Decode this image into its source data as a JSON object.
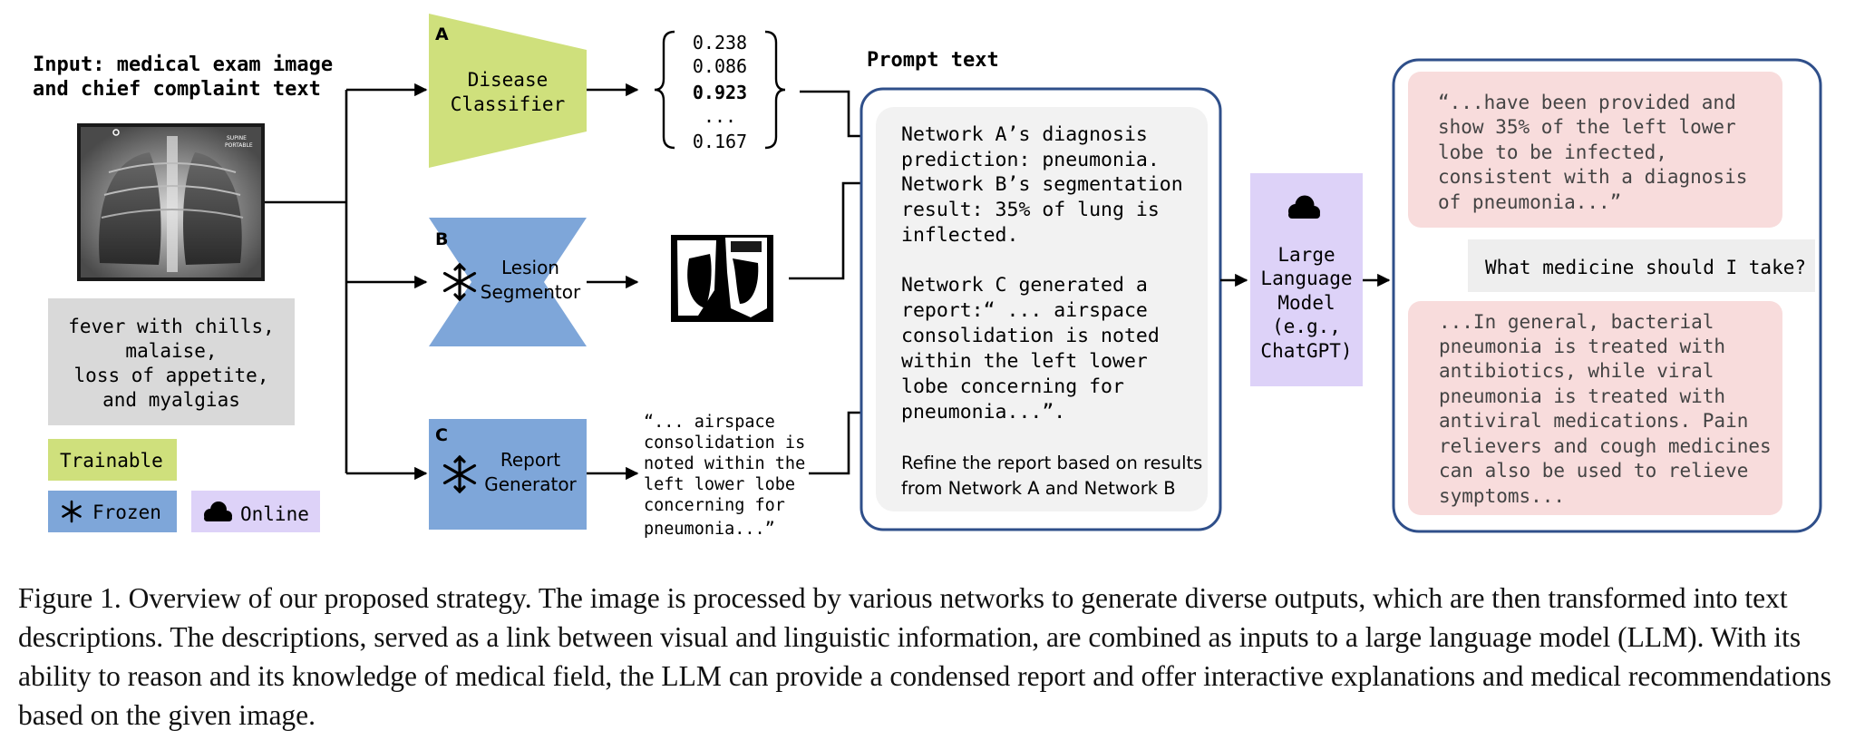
{
  "input": {
    "title_line1": "Input: medical exam image",
    "title_line2": "and chief complaint text",
    "complaint_lines": [
      "fever with chills,",
      "malaise,",
      "loss of appetite,",
      "and myalgias"
    ],
    "xray_tags": [
      "SUPINE",
      "PORTABLE"
    ]
  },
  "legend": {
    "trainable": "Trainable",
    "frozen": "Frozen",
    "online": "Online"
  },
  "networks": {
    "a": {
      "letter": "A",
      "line1": "Disease",
      "line2": "Classifier"
    },
    "b": {
      "letter": "B",
      "line1": "Lesion",
      "line2": "Segmentor"
    },
    "c": {
      "letter": "C",
      "line1": "Report",
      "line2": "Generator"
    }
  },
  "scores": [
    "0.238",
    "0.086",
    "0.923",
    "...",
    "0.167"
  ],
  "report_quote_lines": [
    "“... airspace",
    "consolidation is",
    "noted within the",
    "left lower lobe",
    "concerning for",
    "pneumonia...”"
  ],
  "prompt": {
    "title": "Prompt text",
    "block_a": [
      "Network A’s diagnosis",
      "prediction: pneumonia."
    ],
    "block_b": [
      "Network B’s segmentation",
      "result: 35% of lung is",
      "inflected."
    ],
    "block_c": [
      "Network C generated a",
      "report:“ ... airspace",
      "consolidation is noted",
      "within the left lower",
      "lobe concerning for",
      "pneumonia...”."
    ],
    "refine": [
      "Refine the report based on results",
      "from Network A and Network B"
    ]
  },
  "llm": {
    "lines": [
      "Large",
      "Language",
      "Model",
      "(e.g.,",
      "ChatGPT)"
    ]
  },
  "chat": {
    "reply1": [
      "“...have been provided and",
      "show 35% of the left lower",
      "lobe to be infected,",
      "consistent with a diagnosis",
      "of pneumonia...”"
    ],
    "question": "What medicine should I take?",
    "reply2": [
      "...In general, bacterial",
      "pneumonia is treated with",
      "antibiotics, while viral",
      "pneumonia is treated with",
      "antiviral medications. Pain",
      "relievers and cough medicines",
      "can also be used to relieve",
      "symptoms..."
    ]
  },
  "caption": "Figure 1.  Overview of our proposed strategy.  The image is processed by various networks to generate diverse outputs, which are then transformed into text descriptions. The descriptions, served as a link between visual and linguistic information, are combined as inputs to a large language model (LLM). With its ability to reason and its knowledge of medical field, the LLM can provide a condensed report and offer interactive explanations and medical recommendations based on the given image.",
  "colors": {
    "trainable": "#cfe07c",
    "frozen": "#7ea6d9",
    "online": "#ddd2f8",
    "complaint_bg": "#d9d9d9",
    "panel_border": "#2f4f8a",
    "prompt_bg": "#f2f2f2",
    "chat_bg": "#f8dcdc",
    "question_bg": "#eeeeee"
  }
}
